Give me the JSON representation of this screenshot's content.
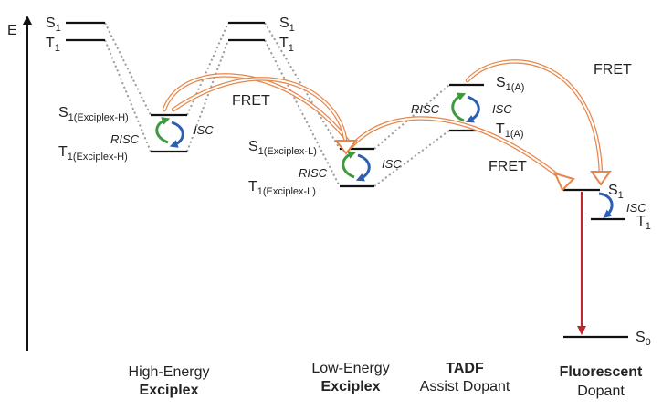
{
  "axis": {
    "label": "E"
  },
  "states": {
    "s1": {
      "main": "S",
      "sub": "1"
    },
    "t1": {
      "main": "T",
      "sub": "1"
    },
    "s1_exh": {
      "main": "S",
      "sub": "1(Exciplex-H)"
    },
    "t1_exh": {
      "main": "T",
      "sub": "1(Exciplex-H)"
    },
    "s1_exl": {
      "main": "S",
      "sub": "1(Exciplex-L)"
    },
    "t1_exl": {
      "main": "T",
      "sub": "1(Exciplex-L)"
    },
    "s1_a": {
      "main": "S",
      "sub": "1(A)"
    },
    "t1_a": {
      "main": "T",
      "sub": "1(A)"
    },
    "s0": {
      "main": "S",
      "sub": "0"
    }
  },
  "processes": {
    "risc": "RISC",
    "isc": "ISC",
    "fret": "FRET"
  },
  "captions": {
    "high_energy": {
      "line1": "High-Energy",
      "line2": "Exciplex"
    },
    "low_energy": {
      "line1": "Low-Energy",
      "line2": "Exciplex"
    },
    "tadf": {
      "line1": "TADF",
      "line2": "Assist Dopant"
    },
    "fluorescent": {
      "line1": "Fluorescent",
      "line2": "Dopant"
    }
  },
  "colors": {
    "fret_arrow": "#e8864a",
    "risc_arrow": "#3d9a3d",
    "isc_arrow": "#2d5fb0",
    "emission_arrow": "#c0282d",
    "level_line": "#111111",
    "connector": "#9a9a9a"
  }
}
